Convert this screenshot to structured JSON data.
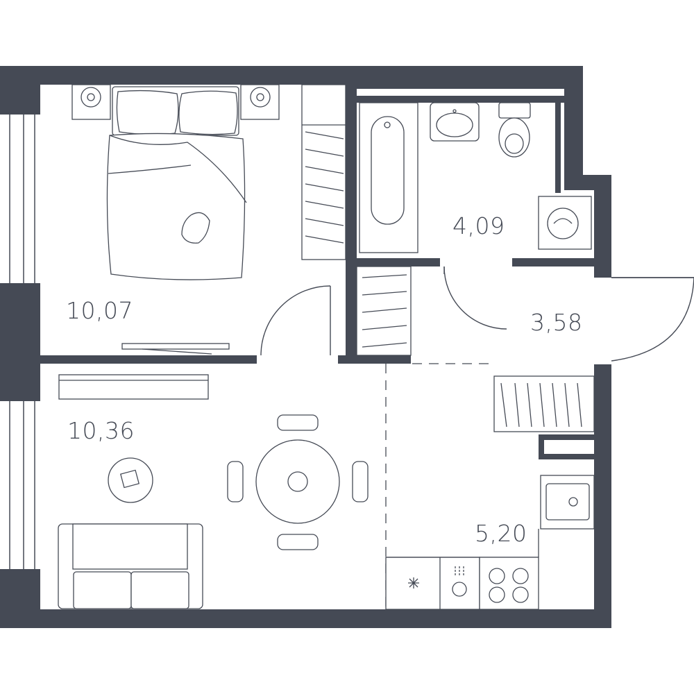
{
  "colors": {
    "wall": "#454a55",
    "line": "#454a55",
    "background": "#ffffff"
  },
  "rooms": [
    {
      "key": "bedroom",
      "area": "10,07"
    },
    {
      "key": "living",
      "area": "10,36"
    },
    {
      "key": "bathroom",
      "area": "4,09"
    },
    {
      "key": "hallway",
      "area": "3,58"
    },
    {
      "key": "kitchen",
      "area": "5,20"
    }
  ],
  "icons": {
    "bed": "bed-icon",
    "nightstand": "nightstand-icon",
    "wardrobe": "wardrobe-icon",
    "tv": "tv-stand-icon",
    "door": "door-swing-icon",
    "bathtub": "bathtub-icon",
    "sink": "sink-icon",
    "toilet": "toilet-icon",
    "washer": "washing-machine-icon",
    "table": "dining-table-icon",
    "chair": "chair-icon",
    "sofa": "sofa-icon",
    "rug": "round-rug-icon",
    "fridge": "fridge-icon",
    "oven": "oven-icon",
    "hob": "hob-icon",
    "kitchen-sink": "kitchen-sink-icon",
    "window": "window-icon"
  }
}
